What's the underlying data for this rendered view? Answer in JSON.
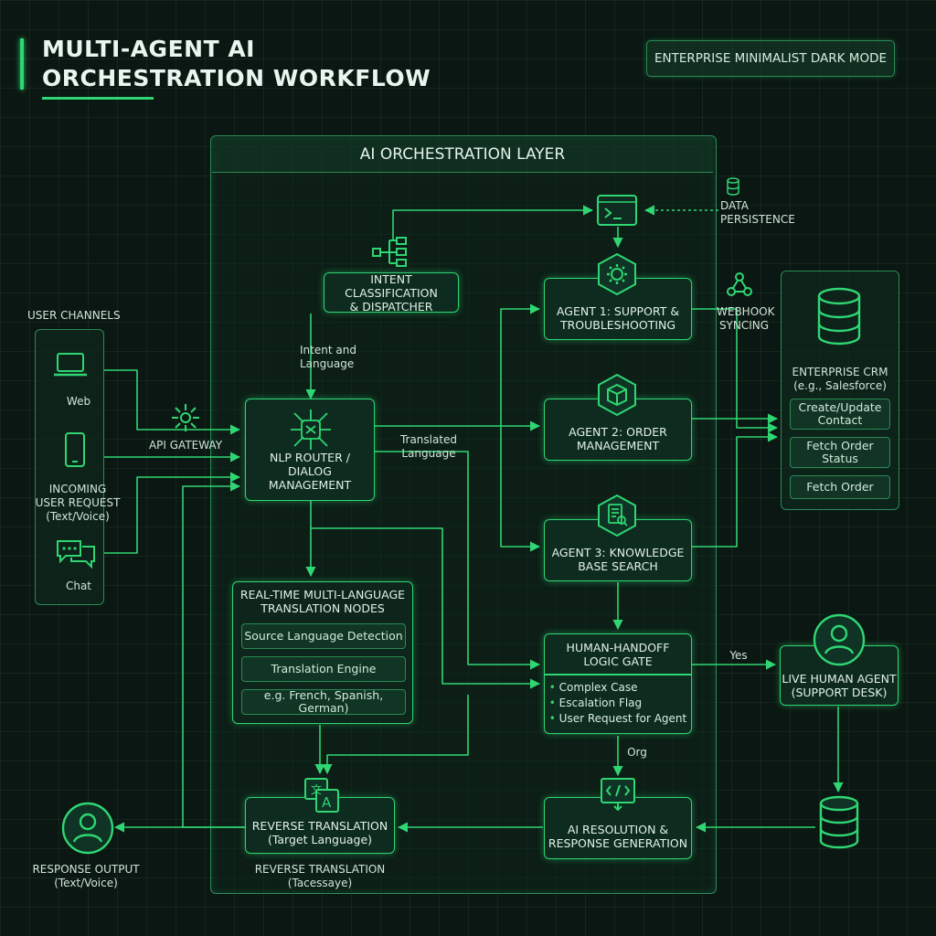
{
  "header": {
    "title_line1": "MULTI-AGENT AI",
    "title_line2": "ORCHESTRATION WORKFLOW",
    "mode_badge": "ENTERPRISE MINIMALIST DARK MODE"
  },
  "orchestration_layer": {
    "title": "AI ORCHESTRATION LAYER"
  },
  "user_channels": {
    "title": "USER CHANNELS",
    "web": "Web",
    "request_line1": "INCOMING",
    "request_line2": "USER REQUEST",
    "request_line3": "(Text/Voice)",
    "chat": "Chat"
  },
  "api_gateway": "API GATEWAY",
  "intent": {
    "line1": "INTENT CLASSIFICATION",
    "line2": "& DISPATCHER"
  },
  "intent_label": {
    "line1": "Intent and",
    "line2": "Language"
  },
  "nlp_router": {
    "line1": "NLP ROUTER /",
    "line2": "DIALOG MANAGEMENT"
  },
  "translated_label": {
    "line1": "Translated",
    "line2": "Language"
  },
  "data_persistence": {
    "line1": "DATA",
    "line2": "PERSISTENCE"
  },
  "agent1": {
    "line1": "AGENT 1: SUPPORT &",
    "line2": "TROUBLESHOOTING"
  },
  "agent2": {
    "line1": "AGENT 2: ORDER",
    "line2": "MANAGEMENT"
  },
  "agent3": {
    "line1": "AGENT 3: KNOWLEDGE",
    "line2": "BASE SEARCH"
  },
  "webhook": {
    "line1": "WEBHOOK",
    "line2": "SYNCING"
  },
  "crm": {
    "title_line1": "ENTERPRISE CRM",
    "title_line2": "(e.g., Salesforce)",
    "action1_line1": "Create/Update",
    "action1_line2": "Contact",
    "action2_line1": "Fetch Order",
    "action2_line2": "Status",
    "action3": "Fetch Order"
  },
  "translation_nodes": {
    "title_line1": "REAL-TIME MULTI-LANGUAGE",
    "title_line2": "TRANSLATION NODES",
    "item1": "Source Language Detection",
    "item2": "Translation Engine",
    "item3": "e.g. French, Spanish, German)"
  },
  "handoff": {
    "title_line1": "HUMAN-HANDOFF",
    "title_line2": "LOGIC GATE",
    "bullets": [
      "Complex Case",
      "Escalation Flag",
      "User Request for Agent"
    ]
  },
  "yes_label": "Yes",
  "org_label": "Org",
  "live_agent": {
    "line1": "LIVE HUMAN AGENT",
    "line2": "(SUPPORT DESK)"
  },
  "ai_resolution": {
    "line1": "AI RESOLUTION &",
    "line2": "RESPONSE GENERATION"
  },
  "reverse_translation": {
    "line1": "REVERSE TRANSLATION",
    "line2": "(Target Language)"
  },
  "reverse_translation_caption": {
    "line1": "REVERSE TRANSLATION",
    "line2": "(Tacessaye)"
  },
  "response_output": {
    "line1": "RESPONSE OUTPUT",
    "line2": "(Text/Voice)"
  },
  "colors": {
    "accent": "#2fd673",
    "background": "#0b1712",
    "panel_border": "#2a8a55"
  }
}
